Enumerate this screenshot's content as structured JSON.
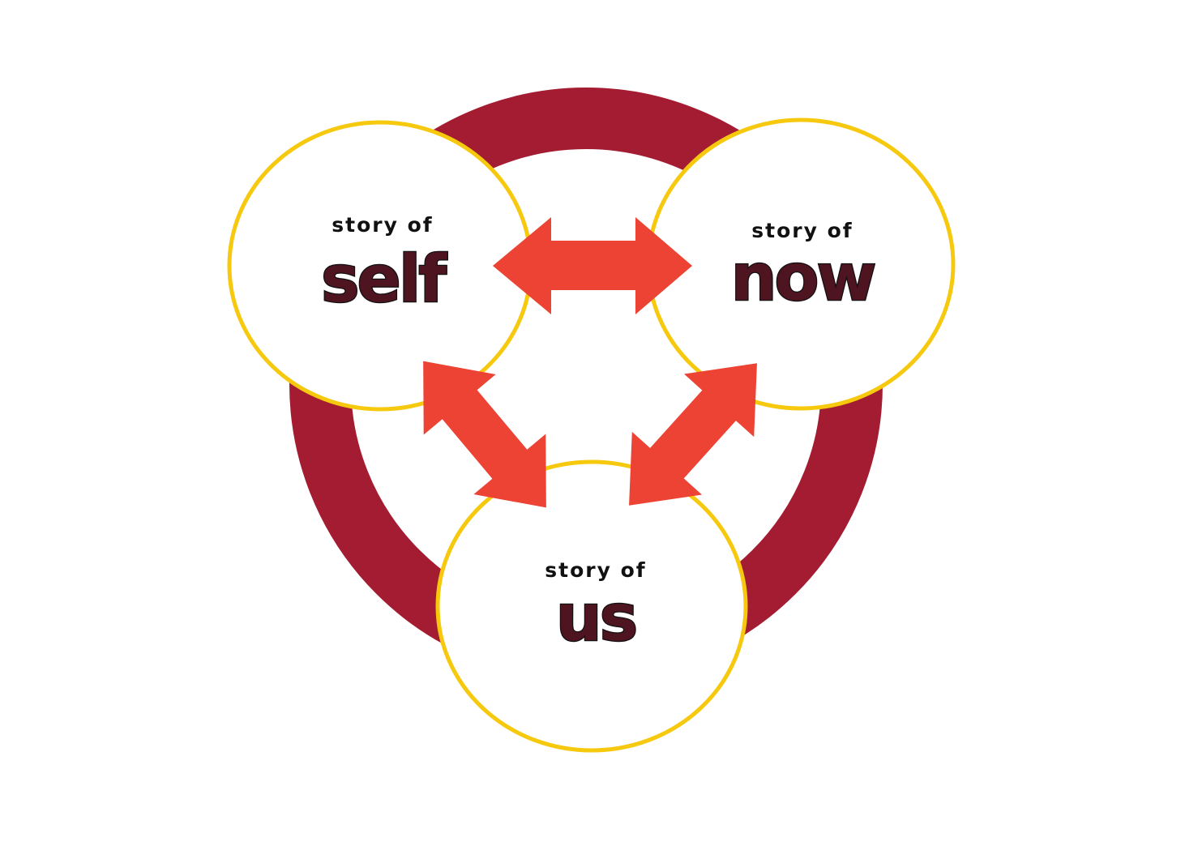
{
  "colors": {
    "ring": "#a31c32",
    "circle_border": "#f6c90e",
    "circle_fill": "#ffffff",
    "arrow": "#ec4334",
    "title_text": "#4e1520",
    "prefix_text": "#111111"
  },
  "nodes": {
    "self": {
      "prefix": "story of",
      "title": "self"
    },
    "now": {
      "prefix": "story of",
      "title": "now"
    },
    "us": {
      "prefix": "story of",
      "title": "us"
    }
  },
  "connections": [
    {
      "from": "self",
      "to": "now",
      "type": "double-headed-arrow"
    },
    {
      "from": "self",
      "to": "us",
      "type": "double-headed-arrow"
    },
    {
      "from": "now",
      "to": "us",
      "type": "double-headed-arrow"
    }
  ]
}
